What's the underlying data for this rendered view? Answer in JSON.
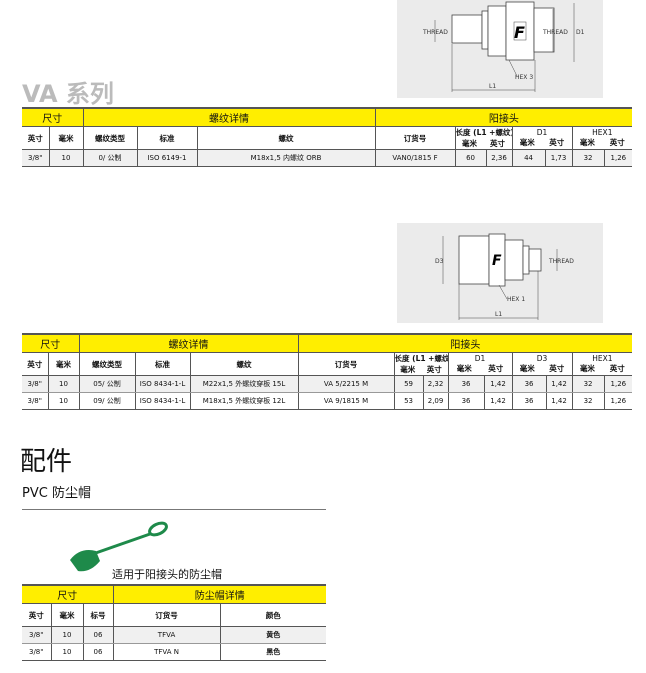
{
  "series_title": "VA 系列",
  "figure1": {
    "thread_left": "THREAD",
    "thread_right": "THREAD",
    "d1": "D1",
    "hex": "HEX 3",
    "l1": "L1",
    "logo": "F"
  },
  "figure2": {
    "d3": "D3",
    "thread": "THREAD",
    "hex": "HEX 1",
    "l1": "L1",
    "logo": "F"
  },
  "table1": {
    "groups": [
      "尺寸",
      "螺纹详情",
      "阳接头"
    ],
    "headers": {
      "inch": "英寸",
      "mm": "毫米",
      "thread_type": "螺纹类型",
      "standard": "标准",
      "thread": "螺纹",
      "order_no": "订货号",
      "length": "长度 (L1 +螺纹)",
      "d1": "D1",
      "hex1": "HEX1",
      "sub_mm": "毫米",
      "sub_inch": "英寸"
    },
    "rows": [
      {
        "inch": "3/8\"",
        "mm": "10",
        "type": "0/ 公制",
        "std": "ISO 6149-1",
        "thread": "M18x1,5 内螺纹 ORB",
        "order": "VAN0/1815 F",
        "l_mm": "60",
        "l_in": "2,36",
        "d1_mm": "44",
        "d1_in": "1,73",
        "hex_mm": "32",
        "hex_in": "1,26"
      }
    ]
  },
  "table2": {
    "groups": [
      "尺寸",
      "螺纹详情",
      "阳接头"
    ],
    "headers": {
      "inch": "英寸",
      "mm": "毫米",
      "thread_type": "螺纹类型",
      "standard": "标准",
      "thread": "螺纹",
      "order_no": "订货号",
      "length": "长度 (L1 +螺纹)",
      "d1": "D1",
      "d3": "D3",
      "hex1": "HEX1",
      "sub_mm": "毫米",
      "sub_inch": "英寸"
    },
    "rows": [
      {
        "inch": "3/8\"",
        "mm": "10",
        "type": "05/ 公制",
        "std": "ISO 8434-1-L",
        "thread": "M22x1,5 外螺纹穿板 15L",
        "order": "VA 5/2215 M",
        "l_mm": "59",
        "l_in": "2,32",
        "d1_mm": "36",
        "d1_in": "1,42",
        "d3_mm": "36",
        "d3_in": "1,42",
        "hex_mm": "32",
        "hex_in": "1,26"
      },
      {
        "inch": "3/8\"",
        "mm": "10",
        "type": "09/ 公制",
        "std": "ISO 8434-1-L",
        "thread": "M18x1,5 外螺纹穿板 12L",
        "order": "VA 9/1815 M",
        "l_mm": "53",
        "l_in": "2,09",
        "d1_mm": "36",
        "d1_in": "1,42",
        "d3_mm": "36",
        "d3_in": "1,42",
        "hex_mm": "32",
        "hex_in": "1,26"
      }
    ]
  },
  "accessories": {
    "title": "配件",
    "subtitle": "PVC 防尘帽",
    "caption": "适用于阳接头的防尘帽"
  },
  "table3": {
    "groups": [
      "尺寸",
      "防尘帽详情"
    ],
    "headers": {
      "inch": "英寸",
      "mm": "毫米",
      "code": "标号",
      "order_no": "订货号",
      "color": "颜色"
    },
    "rows": [
      {
        "inch": "3/8\"",
        "mm": "10",
        "code": "06",
        "order": "TFVA",
        "color": "黄色"
      },
      {
        "inch": "3/8\"",
        "mm": "10",
        "code": "06",
        "order": "TFVA N",
        "color": "黑色"
      }
    ]
  },
  "colors": {
    "yellow": "#ffee00",
    "cap_green": "#1e8a4a"
  }
}
